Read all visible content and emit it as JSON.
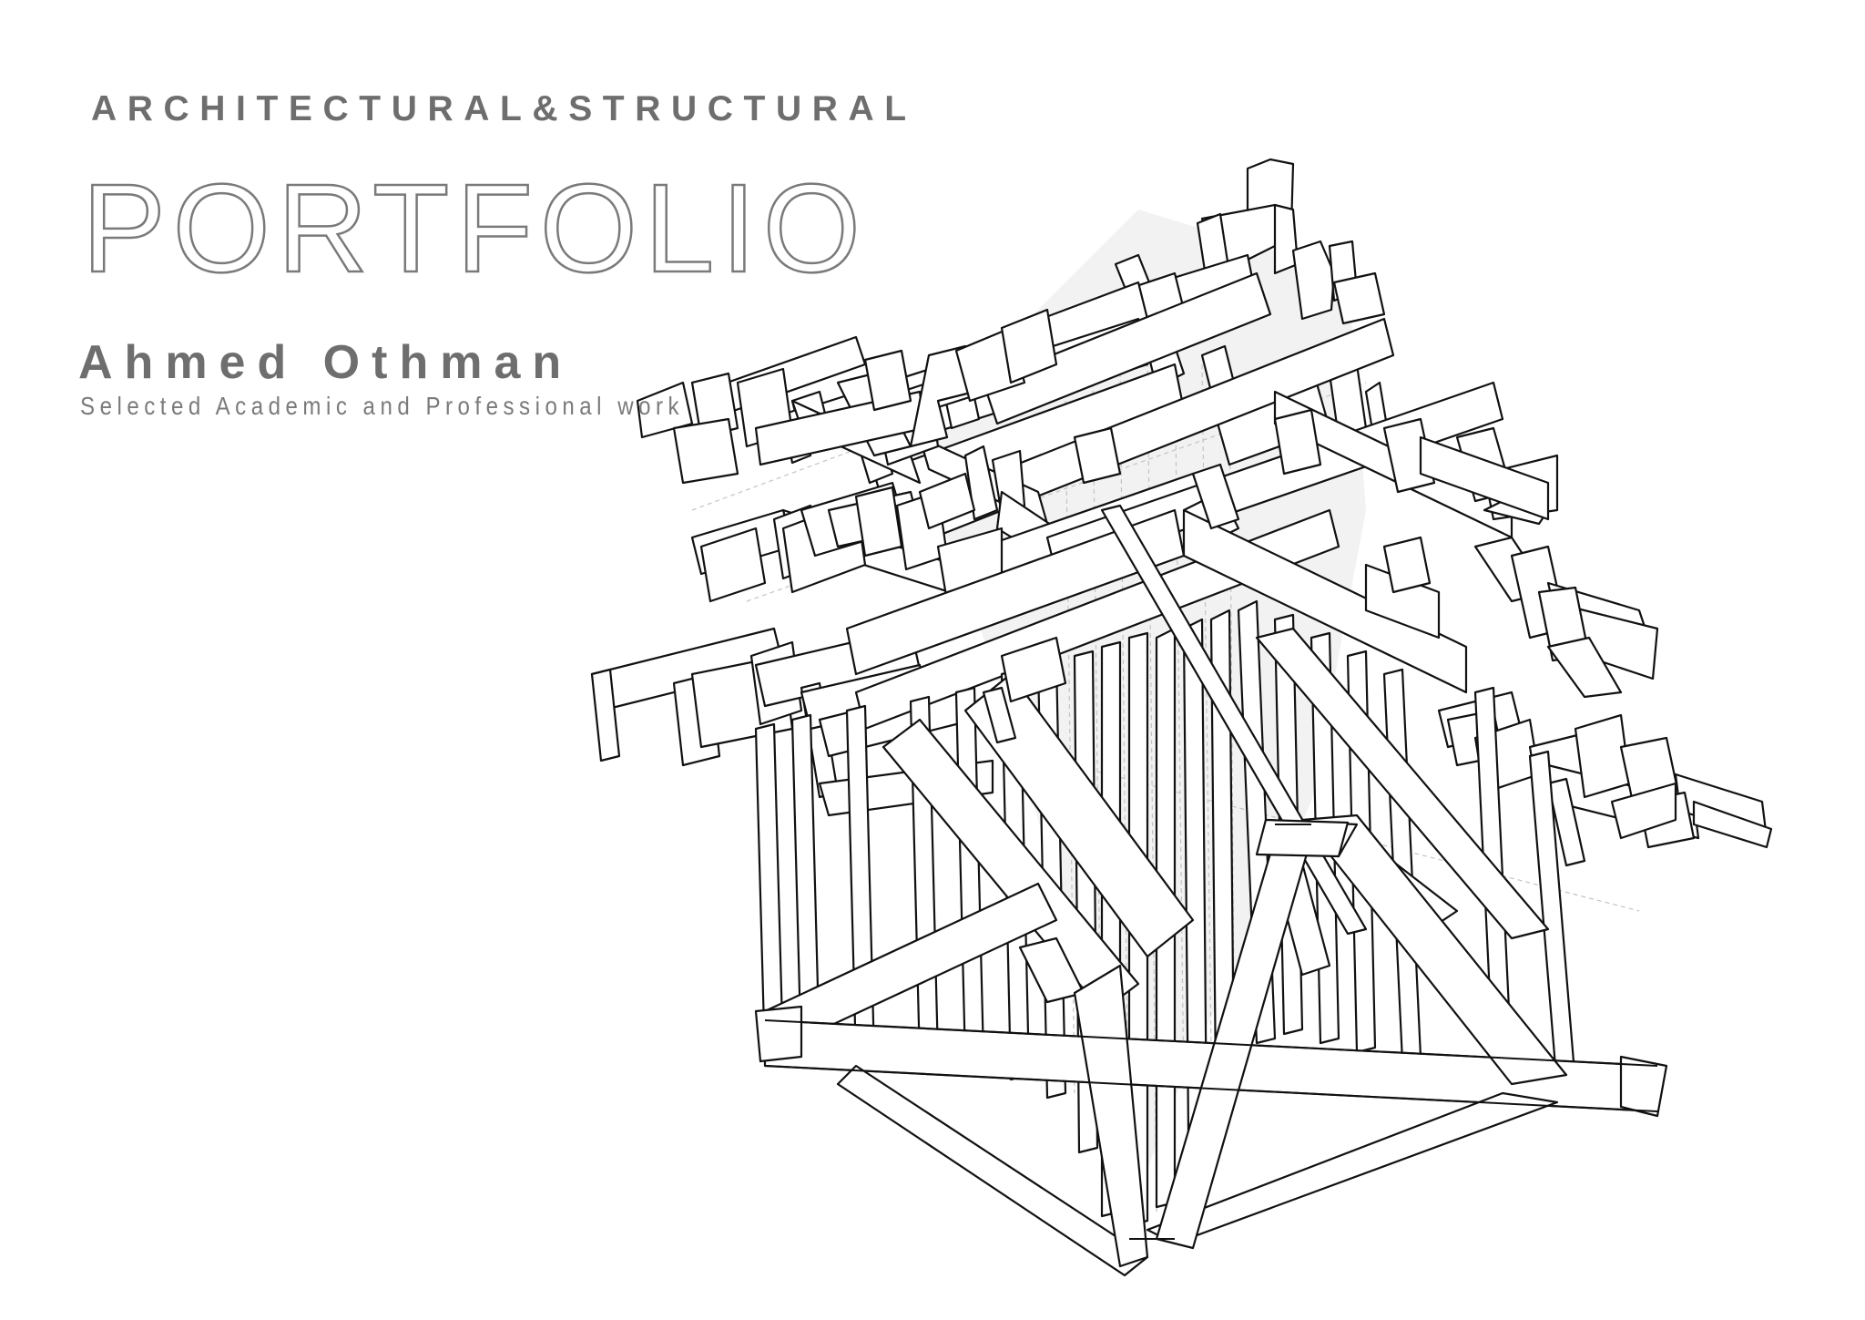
{
  "cover": {
    "kicker": "ARCHITECTURAL&STRUCTURAL",
    "title": "PORTFOLIO",
    "author": "Ahmed Othman",
    "subtitle": "Selected Academic and Professional work"
  },
  "colors": {
    "text_gray": "#6e6e6e",
    "outline_gray": "#7a7a7a",
    "line_black": "#111111",
    "background": "#ffffff"
  },
  "drawing": {
    "description": "isometric-timber-frame-bracket-structure",
    "shade_regions": [
      "M1250,230 L1480,300 L1500,560 L1440,880 L1300,1180 L1230,1360 L1200,1100 L1080,700 L1000,480 Z"
    ],
    "hidden_lines": [
      "M1230,400 L1240,1360",
      "M1260,380 L1270,1330",
      "M1290,390 L1300,1200",
      "M1320,400 L1330,1150",
      "M1200,420 L1210,1260",
      "M1170,440 L1180,1200",
      "M1350,420 L1355,1100",
      "M900,1160 L1780,1200",
      "M760,560 L1380,330",
      "M820,660 L1500,420",
      "M1100,820 L1800,1000"
    ],
    "beams": [
      "M1370,185 L1395,175 L1420,180 L1418,250 L1395,258 L1370,252 Z",
      "M1320,240 L1400,225 L1410,265 L1340,300 Z",
      "M1315,245 L1340,235 L1350,300 L1325,310 Z",
      "M1400,225 L1420,230 L1425,290 L1400,300 Z",
      "M1420,275 L1450,265 L1465,300 L1462,340 L1430,350 Z",
      "M1460,270 L1485,265 L1490,320 L1465,330 Z",
      "M1465,310 L1510,300 L1520,345 L1475,355 Z",
      "M1225,290 L1250,280 L1270,330 L1245,340 Z",
      "M1240,320 L1370,280 L1380,330 L1255,370 Z",
      "M1255,365 L1280,350 L1300,410 L1270,425 Z",
      "M1320,390 L1345,380 L1360,440 L1335,450 Z",
      "M1330,440 L1440,400 L1460,470 L1350,510 Z",
      "M1460,410 L1490,400 L1500,470 L1470,480 Z",
      "M1500,430 L1515,420 L1525,480 L1510,490 Z",
      "M1170,340 L1290,300 L1300,340 L1180,385 Z",
      "M1130,355 L1250,310 L1260,350 L1140,395 Z",
      "M1000,430 L1250,350 L1260,400 L1010,480 Z",
      "M1080,420 L1380,300 L1395,345 L1095,465 Z",
      "M960,520 L1290,400 L1300,450 L975,570 Z",
      "M990,560 L1520,350 L1530,390 L1000,600 Z",
      "M1030,400 L1060,390 L1075,460 L1045,470 Z",
      "M880,450 L1100,380 L1115,420 L895,490 Z",
      "M870,440 L900,430 L910,470 L880,480 Z",
      "M950,420 L975,410 L985,490 L960,500 Z",
      "M860,455 L880,448 L890,500 L870,508 Z",
      "M940,480 L965,470 L980,520 L955,530 Z",
      "M870,440 L1000,500 L1010,530 L880,470 Z",
      "M1010,480 L1140,540 L1150,575 L1020,515 Z",
      "M1060,500 L1080,490 L1095,560 L1070,570 Z",
      "M1090,505 L1120,495 L1125,555 L1100,565 Z",
      "M1100,540 L1160,580 L1160,620 L1095,580 Z",
      "M860,560 L1080,630 L1090,665 L870,595 Z",
      "M1080,600 L1310,520 L1330,570 L1095,650 Z",
      "M1150,590 L1640,420 L1650,460 L1160,630 Z",
      "M1400,430 L1660,555 L1660,590 L1400,465 Z",
      "M1600,480 L1640,470 L1660,540 L1620,550 Z",
      "M1630,520 L1710,500 L1710,560 L1640,570 Z",
      "M1630,560 L1650,550 L1700,560 L1690,575 Z",
      "M1520,470 L1560,460 L1575,530 L1535,540 Z",
      "M1560,480 L1700,530 L1700,570 L1560,520 Z",
      "M1620,600 L1660,590 L1700,650 L1660,660 Z",
      "M1660,610 L1700,600 L1720,690 L1680,700 Z",
      "M1700,640 L1800,670 L1810,700 L1710,680 Z",
      "M1720,665 L1820,690 L1815,745 L1725,715 Z",
      "M1690,650 L1730,645 L1745,720 L1705,725 Z",
      "M1700,710 L1745,700 L1780,760 L1740,765 Z",
      "M960,440 L1020,420 L1030,490 L975,510 Z",
      "M1300,560 L1340,540 L1360,580 L1320,600 Z",
      "M770,430 L940,370 L950,400 L780,460 Z",
      "M920,420 L960,410 L1000,490 L960,500 Z",
      "M700,440 L750,420 L760,465 L705,480 Z",
      "M760,420 L800,410 L810,470 L770,480 Z",
      "M740,470 L800,460 L810,520 L750,530 Z",
      "M810,420 L860,405 L870,475 L820,490 Z",
      "M830,470 L1010,430 L1015,470 L835,510 Z",
      "M950,395 L990,385 L1000,440 L960,450 Z",
      "M1020,390 L1060,380 L1070,430 L1030,440 L1040,480 L1000,490 Z",
      "M1050,385 L1110,360 L1125,420 L1065,440 Z",
      "M1100,360 L1150,340 L1160,400 L1110,420 Z",
      "M760,590 L860,560 L870,600 L770,630 Z",
      "M770,600 L830,580 L840,640 L780,660 Z",
      "M850,570 L890,555 L900,620 L860,635 Z",
      "M860,580 L940,550 L950,620 L870,650 Z",
      "M880,560 L980,530 L995,580 L895,610 Z",
      "M910,560 L1000,540 L1010,580 L920,600 Z",
      "M940,545 L980,535 L990,600 L950,610 Z",
      "M985,555 L1030,540 L1040,610 L995,625 Z",
      "M1010,540 L1060,520 L1070,560 L1020,580 Z",
      "M1030,600 L1100,580 L1100,640 L1040,660 Z",
      "M1040,650 L1140,620 L1150,650 L1050,680 Z",
      "M650,740 L850,690 L860,730 L660,780 Z",
      "M650,740 L670,735 L680,830 L660,835 Z",
      "M740,750 L780,740 L790,830 L750,840 Z",
      "M760,740 L860,720 L870,800 L770,820 Z",
      "M825,720 L870,705 L880,780 L835,795 Z",
      "M830,730 L1000,690 L1010,735 L840,775 Z",
      "M880,755 L900,750 L920,870 L900,875 Z",
      "M880,760 L1010,730 L1020,770 L890,800 Z",
      "M900,790 L1060,750 L1070,790 L910,830 Z",
      "M930,690 L1290,560 L1300,610 L940,740 Z",
      "M940,760 L1460,560 L1470,600 L950,800 Z",
      "M1300,560 L1610,710 L1610,760 L1300,610 Z",
      "M1500,620 L1580,650 L1580,700 L1500,670 Z",
      "M1580,780 L1660,760 L1670,800 L1590,820 Z",
      "M1590,790 L1640,780 L1650,830 L1600,840 Z",
      "M1620,810 L1680,790 L1690,850 L1630,870 Z",
      "M1680,820 L1760,800 L1770,860 L1690,880 Z",
      "M1700,840 L1860,880 L1865,920 L1705,880 Z",
      "M1730,800 L1780,785 L1790,860 L1740,875 Z",
      "M1780,820 L1830,810 L1845,880 L1795,890 Z",
      "M1840,850 L1935,880 L1940,920 L1845,890 Z",
      "M1860,880 L1945,910 L1940,930 L1860,905 Z",
      "M1800,880 L1850,870 L1860,920 L1810,930 Z",
      "M1700,860 L1720,855 L1740,945 L1720,950 Z",
      "M1770,880 L1840,860 L1840,900 L1780,920 Z",
      "M900,860 L1090,835 L1090,870 L910,895 Z",
      "M1360,670 L1380,660 L1400,1140 L1380,1145 Z",
      "M1620,760 L1640,755 L1660,1170 L1640,1175 Z",
      "M1680,830 L1700,825 L1730,1190 L1710,1195 Z",
      "M1520,740 L1540,735 L1560,1160 L1540,1165 Z",
      "M1480,720 L1500,715 L1510,1150 L1490,1155 Z",
      "M1440,700 L1460,695 L1470,1140 L1450,1145 Z",
      "M1400,680 L1420,675 L1430,1130 L1410,1135 Z",
      "M1240,700 L1260,695 L1260,1340 L1240,1345 Z",
      "M1270,700 L1290,690 L1290,1320 L1270,1325 Z",
      "M1300,690 L1320,680 L1325,1240 L1305,1245 Z",
      "M1330,680 L1350,670 L1355,1180 L1335,1185 Z",
      "M1210,710 L1230,705 L1230,1330 L1210,1335 Z",
      "M1180,720 L1200,715 L1205,1260 L1185,1265 Z",
      "M1140,730 L1160,725 L1170,1200 L1150,1205 Z",
      "M1100,740 L1120,735 L1130,1180 L1110,1185 Z",
      "M1050,760 L1070,755 L1080,1160 L1060,1165 Z",
      "M1000,770 L1020,765 L1030,1160 L1010,1165 Z",
      "M930,780 L950,775 L960,1160 L940,1165 Z",
      "M870,790 L890,785 L900,1160 L880,1165 Z",
      "M830,800 L850,795 L860,1160 L840,1165 Z",
      "M1060,780 L1110,740 L1310,1010 L1260,1050 Z",
      "M970,820 L1010,790 L1250,1080 L1210,1110 Z",
      "M1380,700 L1420,690 L1700,1020 L1660,1030 Z",
      "M1210,560 L1230,555 L1500,1020 L1480,1025 Z",
      "M840,1110 L1140,970 L1160,1010 L860,1150 Z",
      "M1450,900 L1490,915 L1600,1000 L1570,1020 Z",
      "M840,1120 L1820,1170 L1820,1220 L840,1170 Z",
      "M830,1110 L880,1105 L880,1160 L835,1165 Z",
      "M1780,1160 L1830,1170 L1820,1225 L1780,1215 Z",
      "M940,1170 L1260,1380 L1235,1400 L920,1190 Z",
      "M1650,1200 L1710,1210 L1290,1365 L1260,1350 Z",
      "M1120,1040 L1160,1030 L1190,1090 L1150,1100 Z",
      "M1430,900 L1490,895 L1720,1180 L1660,1190 Z",
      "M1390,920 L1420,910 L1460,1060 L1430,1070 Z",
      "M1390,900 L1490,905 L1470,940 L1390,935 Z",
      "M1400,920 L1440,920 L1310,1370 L1270,1360 Z",
      "M1390,900 L1480,903 L1470,940 L1380,938 Z",
      "M1180,1090 L1230,1060 L1260,1380 L1230,1390 Z",
      "M1080,760 L1100,755 L1115,810 L1095,815 Z",
      "M1100,720 L1160,700 L1170,750 L1110,770 Z",
      "M1520,600 L1560,590 L1570,640 L1530,650 Z",
      "M1310,520 L1340,510 L1360,570 L1330,580 Z",
      "M1180,480 L1220,470 L1230,520 L1190,530 Z",
      "M1400,460 L1440,450 L1450,510 L1410,520 Z"
    ],
    "outline_edges": [
      "M1400,905 L1440,905",
      "M1240,1360 L1290,1360",
      "M840,1120 L1820,1170",
      "M840,1170 L1820,1220"
    ]
  }
}
